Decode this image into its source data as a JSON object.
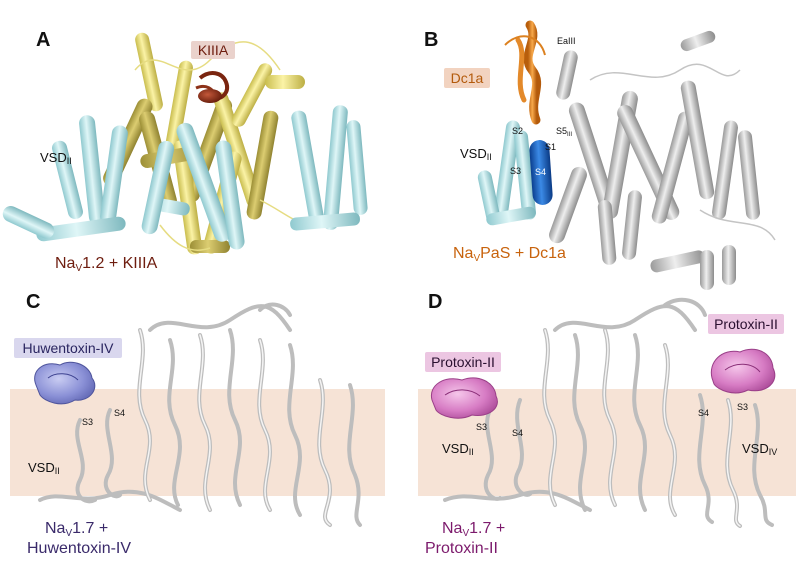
{
  "panels": {
    "A": {
      "letter": "A",
      "toxin_label": "KIIIA",
      "vsd_base": "VSD",
      "vsd_sub": "II",
      "caption_nav": "Na",
      "caption_sub": "V",
      "caption_rest": "1.2 + KIIIA"
    },
    "B": {
      "letter": "B",
      "toxin_label": "Dc1a",
      "ea_label": "EaIII",
      "vsd_base": "VSD",
      "vsd_sub": "II",
      "s1": "S1",
      "s2": "S2",
      "s3": "S3",
      "s4": "S4",
      "s5_base": "S5",
      "s5_sub": "III",
      "caption_nav": "Na",
      "caption_sub": "V",
      "caption_rest": "PaS + Dc1a"
    },
    "C": {
      "letter": "C",
      "toxin_label": "Huwentoxin-IV",
      "s3": "S3",
      "s4": "S4",
      "vsd_base": "VSD",
      "vsd_sub": "II",
      "caption_nav": "Na",
      "caption_sub": "V",
      "caption_rest": "1.7 +",
      "caption_line2": "Huwentoxin-IV"
    },
    "D": {
      "letter": "D",
      "toxin_left": "Protoxin-II",
      "toxin_right": "Protoxin-II",
      "s3_left": "S3",
      "s4_left": "S4",
      "s4_right": "S4",
      "s3_right": "S3",
      "vsd_left_base": "VSD",
      "vsd_left_sub": "II",
      "vsd_right_base": "VSD",
      "vsd_right_sub": "IV",
      "caption_nav": "Na",
      "caption_sub": "V",
      "caption_rest": "1.7 +",
      "caption_line2": "Protoxin-II"
    }
  },
  "colors": {
    "vsd_cyan": "#bfe9ec",
    "pore_yellow": "#eee38a",
    "pore_olive": "#c7b95a",
    "kiiia_brown": "#7a2510",
    "gray_helix": "#c9c9c9",
    "s4_blue": "#1663c7",
    "dc1a_orange": "#e88a24",
    "membrane": "#f6e3d6",
    "huwentoxin": "#8890d8",
    "protoxin": "#d77cc4",
    "caption_brown": "#6e1d0f",
    "caption_orange": "#c8630d",
    "caption_navy": "#3a2a6a",
    "caption_purple": "#7c1a6c"
  }
}
